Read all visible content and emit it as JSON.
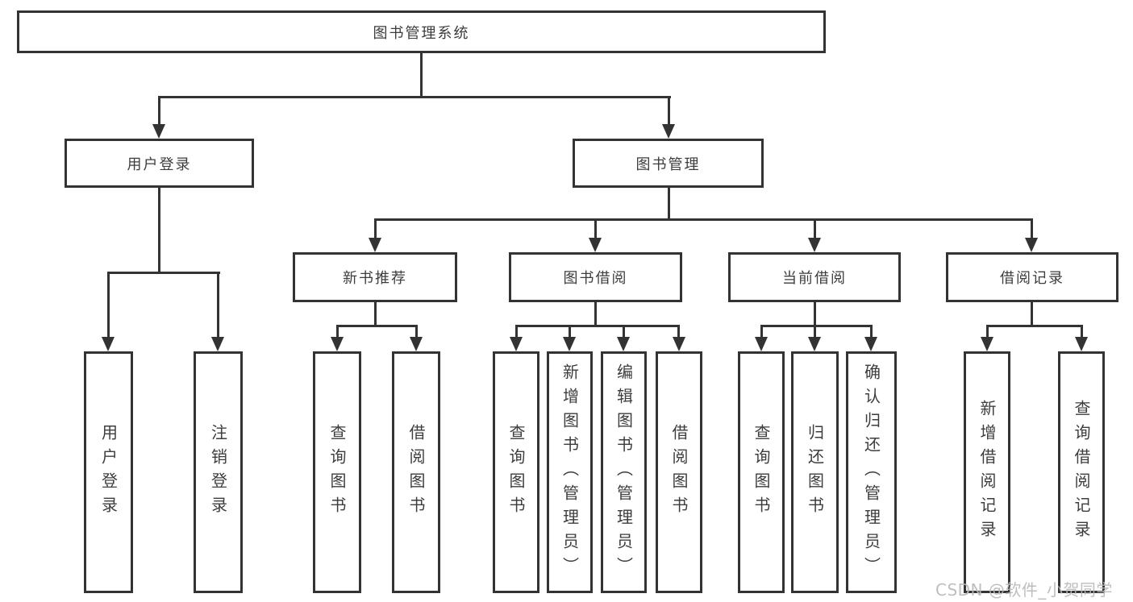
{
  "tree": {
    "label": "图书管理系统",
    "children": [
      {
        "label": "用户登录",
        "children": [
          {
            "label": "用户登录"
          },
          {
            "label": "注销登录"
          }
        ]
      },
      {
        "label": "图书管理",
        "children": [
          {
            "label": "新书推荐",
            "children": [
              {
                "label": "查询图书"
              },
              {
                "label": "借阅图书"
              }
            ]
          },
          {
            "label": "图书借阅",
            "children": [
              {
                "label": "查询图书"
              },
              {
                "label": "新增图书（管理员）"
              },
              {
                "label": "编辑图书（管理员）"
              },
              {
                "label": "借阅图书"
              }
            ]
          },
          {
            "label": "当前借阅",
            "children": [
              {
                "label": "查询图书"
              },
              {
                "label": "归还图书"
              },
              {
                "label": "确认归还（管理员）"
              }
            ]
          },
          {
            "label": "借阅记录",
            "children": [
              {
                "label": "新增借阅记录"
              },
              {
                "label": "查询借阅记录"
              }
            ]
          }
        ]
      }
    ]
  },
  "watermark": "CSDN @软件_小贺同学",
  "colors": {
    "line": "#333333",
    "text": "#3d3d3d",
    "background": "#ffffff",
    "watermark": "#b9b9b9"
  }
}
